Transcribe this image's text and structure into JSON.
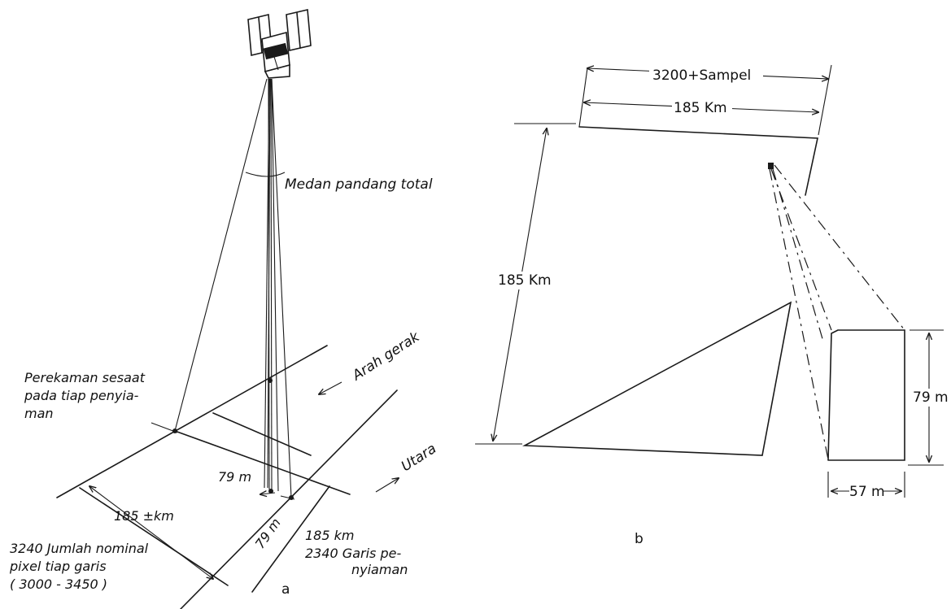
{
  "panel_a": {
    "fov_label": "Medan pandang total",
    "direction_label": "Arah gerak",
    "north_label": "Utara",
    "instant_label_1": "Perekaman sesaat",
    "instant_label_2": "pada tiap penyia-",
    "instant_label_3": "man",
    "pixel_79_along": "79 m",
    "pixel_79_across": "79 m",
    "swath_width": "185 ±km",
    "swath_length": "185 km",
    "scan_lines_1": "2340 Garis pe-",
    "scan_lines_2": "nyiaman",
    "pixels_1": "3240 Jumlah nominal",
    "pixels_2": "pixel tiap garis",
    "pixels_3": "( 3000 - 3450 )",
    "panel_letter": "a"
  },
  "panel_b": {
    "samples_label": "3200+Sampel",
    "width_label": "185 Km",
    "height_label": "185 Km",
    "pixel_height": "79 m",
    "pixel_width": "57 m",
    "panel_letter": "b"
  }
}
